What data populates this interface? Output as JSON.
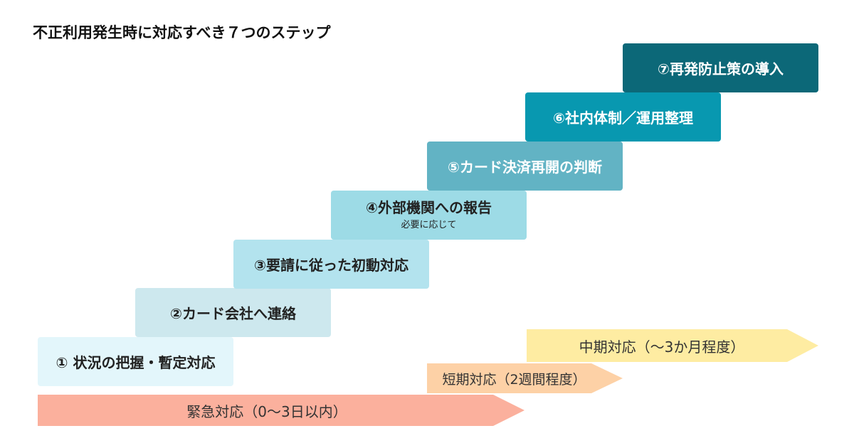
{
  "title": "不正利用発生時に対応すべき７つのステップ",
  "steps": [
    {
      "label": "① 状況の把握・暫定対応",
      "sub": "",
      "color": "#e3f6fb"
    },
    {
      "label": "②カード会社へ連絡",
      "sub": "",
      "color": "#cde8ee"
    },
    {
      "label": "③要請に従った初動対応",
      "sub": "",
      "color": "#b3e3ee"
    },
    {
      "label": "④外部機関への報告",
      "sub": "必要に応じて",
      "color": "#9ddbe6"
    },
    {
      "label": "⑤カード決済再開の判断",
      "sub": "",
      "color": "#62b3c4"
    },
    {
      "label": "⑥社内体制／運用整理",
      "sub": "",
      "color": "#0898b0"
    },
    {
      "label": "⑦再発防止策の導入",
      "sub": "",
      "color": "#0c6878"
    }
  ],
  "phases": {
    "emergency": {
      "label": "緊急対応（0〜3日以内）",
      "color": "#fbb09d"
    },
    "short": {
      "label": "短期対応（2週間程度）",
      "color": "#fdd1a6"
    },
    "mid": {
      "label": "中期対応（〜3か月程度）",
      "color": "#feeca2"
    }
  }
}
